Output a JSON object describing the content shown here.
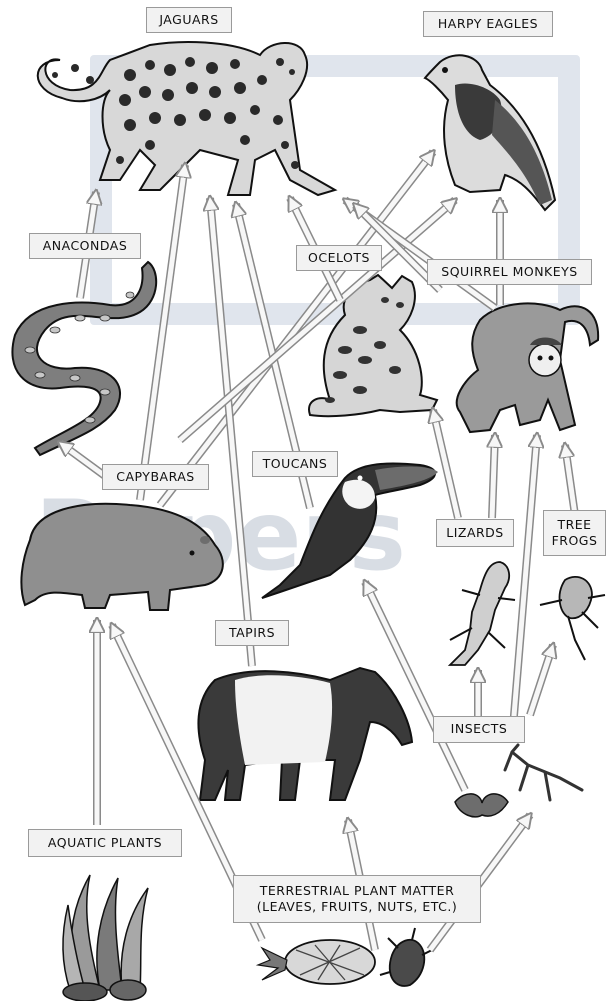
{
  "labels": {
    "jaguars": "JAGUARS",
    "harpy_eagles": "HARPY EAGLES",
    "anacondas": "ANACONDAS",
    "ocelots": "OCELOTS",
    "squirrel_monkeys": "SQUIRREL MONKEYS",
    "capybaras": "CAPYBARAS",
    "toucans": "TOUCANS",
    "lizards": "LIZARDS",
    "tree_frogs_line1": "TREE",
    "tree_frogs_line2": "FROGS",
    "tapirs": "TAPIRS",
    "insects": "INSECTS",
    "aquatic_plants": "AQUATIC PLANTS",
    "terrestrial_line1": "TERRESTRIAL PLANT MATTER",
    "terrestrial_line2": "(LEAVES, FRUITS, NUTS, ETC.)"
  },
  "watermark": "Papers",
  "colors": {
    "arrow_fill": "#f7f7f7",
    "arrow_stroke": "#8a8a8a",
    "label_bg": "#f2f2f2",
    "label_border": "#9a9a9a",
    "watermark": "#a9b4c4"
  }
}
